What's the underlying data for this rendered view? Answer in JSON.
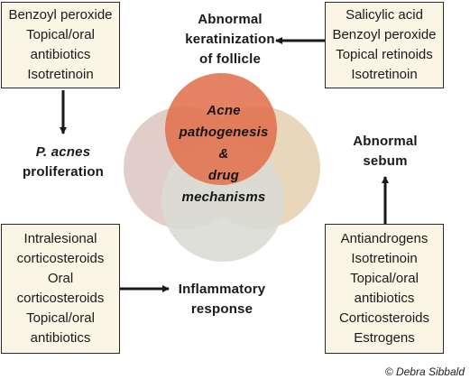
{
  "boxes": {
    "top_left": [
      "Benzoyl peroxide",
      "Topical/oral",
      "antibiotics",
      "Isotretinoin"
    ],
    "top_right": [
      "Salicylic acid",
      "Benzoyl peroxide",
      "Topical retinoids",
      "Isotretinoin"
    ],
    "bottom_left": [
      "Intralesional",
      "corticosteroids",
      "Oral",
      "corticosteroids",
      "Topical/oral",
      "antibiotics"
    ],
    "bottom_right": [
      "Antiandrogens",
      "Isotretinoin",
      "Topical/oral",
      "antibiotics",
      "Corticosteroids",
      "Estrogens"
    ]
  },
  "factors": {
    "keratinization": [
      "Abnormal",
      "keratinization",
      "of follicle"
    ],
    "p_acnes": [
      "P. acnes",
      "proliferation"
    ],
    "sebum": [
      "Abnormal",
      "sebum"
    ],
    "inflammatory": [
      "Inflammatory",
      "response"
    ]
  },
  "center": [
    "Acne",
    "pathogenesis",
    "&",
    "drug",
    "mechanisms"
  ],
  "credit": "© Debra Sibbald",
  "colors": {
    "circle_top": "#e0714d",
    "circle_left": "#dfc9c2",
    "circle_right": "#e6d3b3",
    "circle_bottom": "#dadcd5",
    "box_fill": "#fbf5e6",
    "stroke": "#1a1a1a"
  }
}
